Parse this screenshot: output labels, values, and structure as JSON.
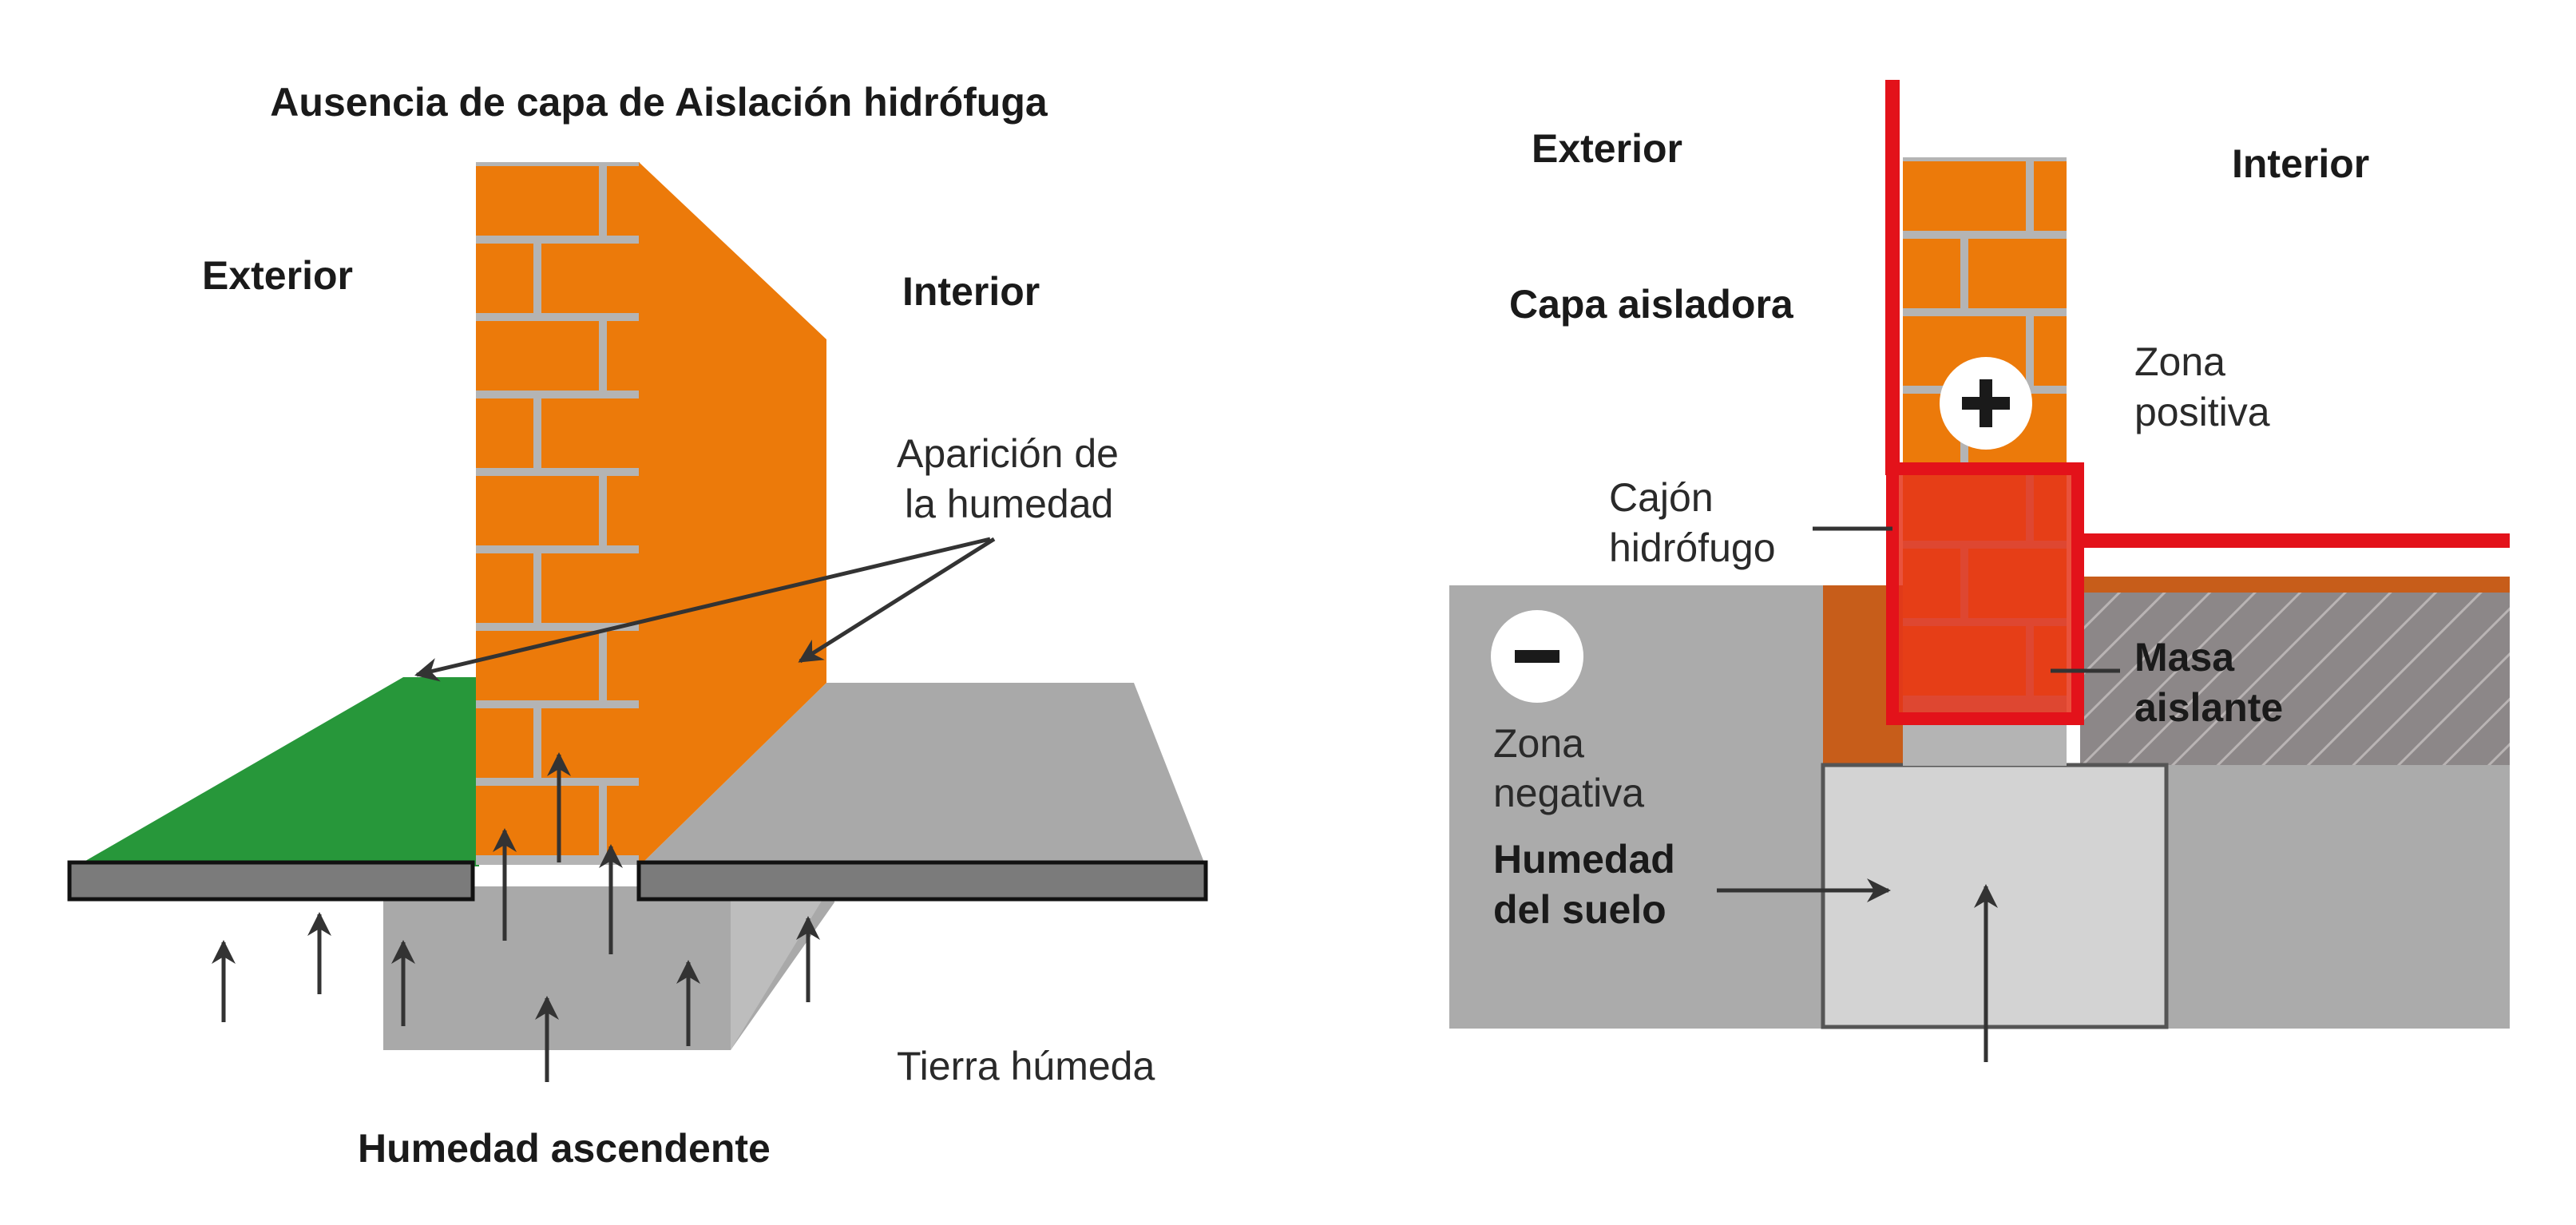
{
  "colors": {
    "brick": "#ec7a0a",
    "mortar": "#b4b4b4",
    "green_humidity": "#27973a",
    "concrete": "#a9a9a9",
    "slab_dark": "#7b7b7b",
    "red_membrane": "#e3121a",
    "red_box_fill": "#e5341a",
    "foundation_light": "#d3d3d3",
    "soil_mid": "#ababab",
    "brown_soil": "#c75d1a",
    "hatch_gray": "#8c8788",
    "arrow": "#333333"
  },
  "left": {
    "title": "Ausencia de capa de Aislación hidrófuga",
    "exterior": "Exterior",
    "interior": "Interior",
    "moisture_line1": "Aparición de",
    "moisture_line2": "la humedad",
    "wet_soil": "Tierra húmeda",
    "rising_damp": "Humedad ascendente"
  },
  "right": {
    "exterior": "Exterior",
    "interior": "Interior",
    "capa": "Capa aisladora",
    "zona_pos_line1": "Zona",
    "zona_pos_line2": "positiva",
    "cajon_line1": "Cajón",
    "cajon_line2": "hidrófugo",
    "zona_neg_line1": "Zona",
    "zona_neg_line2": "negativa",
    "masa_line1": "Masa",
    "masa_line2": "aislante",
    "humedad_line1": "Humedad",
    "humedad_line2": "del suelo",
    "plus_icon": "plus-icon",
    "minus_icon": "minus-icon"
  }
}
